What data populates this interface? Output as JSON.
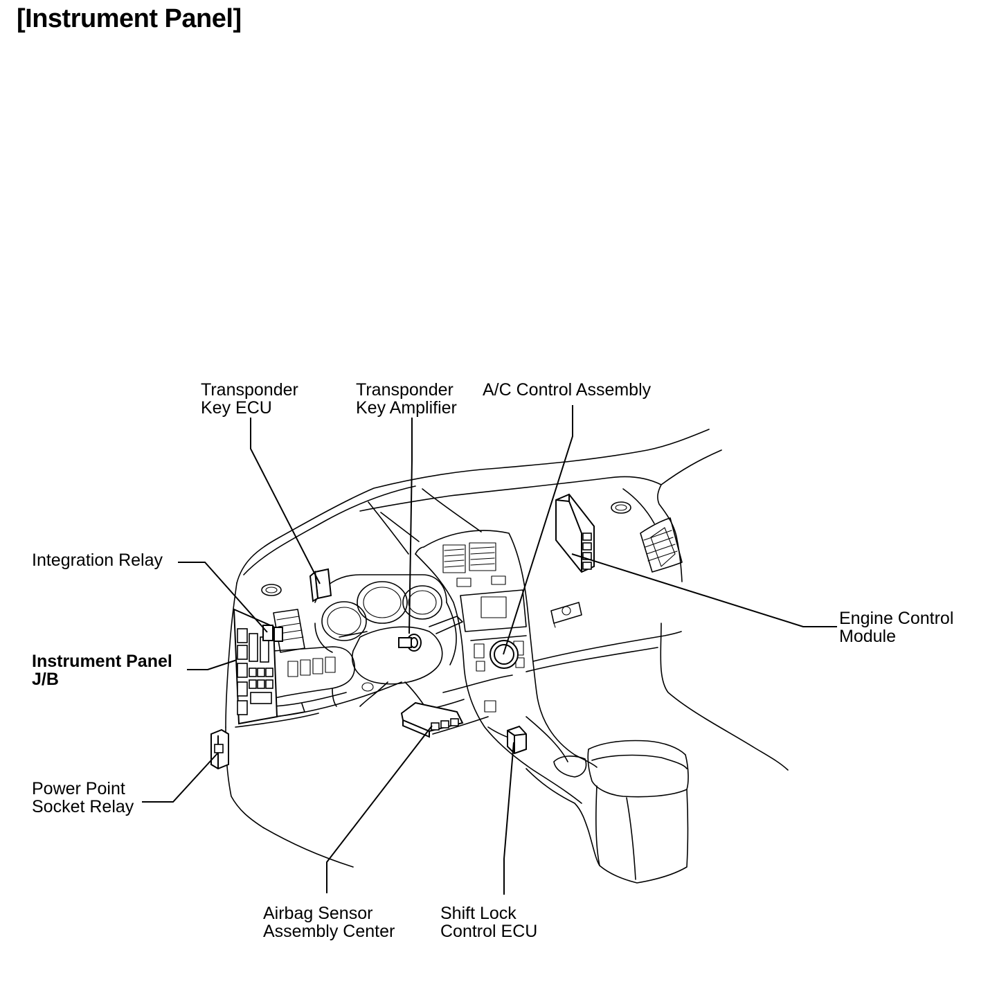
{
  "title": "[Instrument Panel]",
  "labels": {
    "transponder_key_ecu": [
      "Transponder",
      "Key ECU"
    ],
    "transponder_key_amplifier": [
      "Transponder",
      "Key Amplifier"
    ],
    "ac_control_assembly": [
      "A/C Control Assembly"
    ],
    "integration_relay": [
      "Integration Relay"
    ],
    "instrument_panel_jb": [
      "Instrument Panel",
      "J/B"
    ],
    "engine_control_module": [
      "Engine Control",
      "Module"
    ],
    "power_point_socket_relay": [
      "Power Point",
      "Socket Relay"
    ],
    "airbag_sensor_assembly_center": [
      "Airbag Sensor",
      "Assembly Center"
    ],
    "shift_lock_control_ecu": [
      "Shift Lock",
      "Control ECU"
    ]
  },
  "colors": {
    "line": "#000000",
    "background": "#ffffff"
  }
}
